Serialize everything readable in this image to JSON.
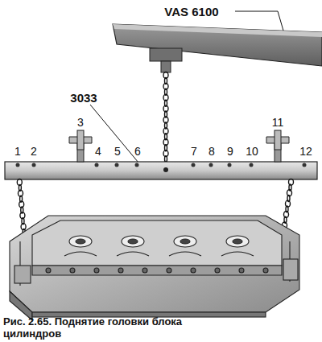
{
  "diagram": {
    "caption": "Рис. 2.65. Поднятие головки блока цилиндров",
    "labels": [
      "VAS 6100",
      "3033",
      "1",
      "2",
      "3",
      "4",
      "5",
      "6",
      "7",
      "8",
      "9",
      "10",
      "11",
      "12"
    ]
  }
}
